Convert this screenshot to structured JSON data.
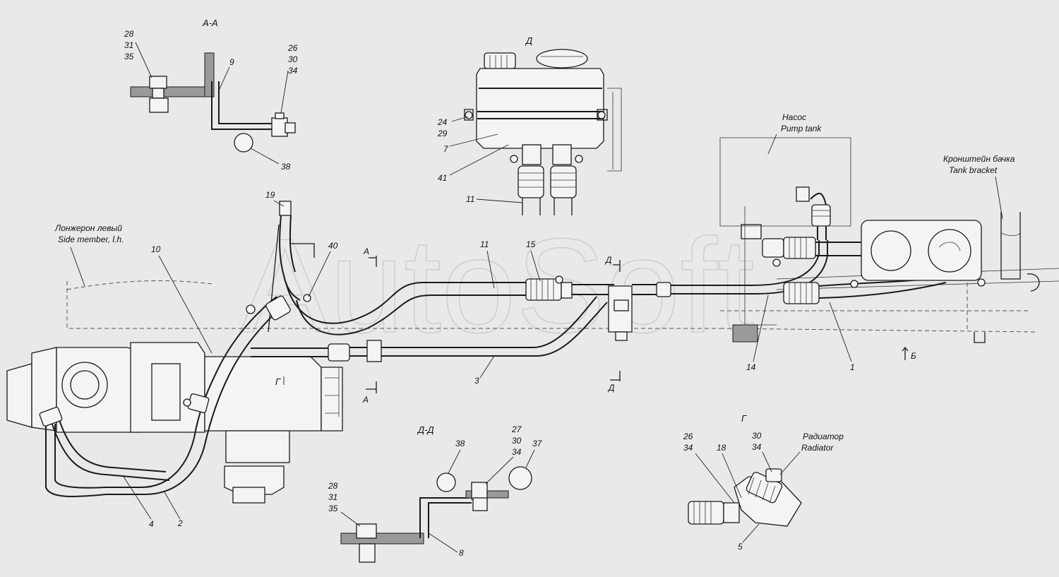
{
  "watermark": "AutoSoft",
  "views": {
    "aa": "А-А",
    "d": "Д",
    "dd": "Д-Д",
    "g": "Г",
    "g_main": "Г"
  },
  "section_marks": {
    "a_top": "А",
    "a_bottom": "А",
    "d_top": "Д",
    "d_bottom": "Д",
    "b": "Б"
  },
  "labels": {
    "pump_ru": "Насос",
    "pump_en": "Pump tank",
    "bracket_ru": "Кронштейн бачка",
    "bracket_en": "Tank bracket",
    "side_ru": "Лонжерон левый",
    "side_en": "Side member, l.h.",
    "radiator_ru": "Радиатор",
    "radiator_en": "Radiator"
  },
  "callouts": {
    "aa_28": "28",
    "aa_31": "31",
    "aa_35": "35",
    "aa_9": "9",
    "aa_26": "26",
    "aa_30": "30",
    "aa_34": "34",
    "aa_38": "38",
    "d_24": "24",
    "d_29": "29",
    "d_7": "7",
    "d_41": "41",
    "d_11": "11",
    "m_19": "19",
    "m_40": "40",
    "m_10": "10",
    "m_11": "11",
    "m_15": "15",
    "m_3": "3",
    "m_14": "14",
    "m_1": "1",
    "m_4": "4",
    "m_2": "2",
    "dd_38": "38",
    "dd_27": "27",
    "dd_30": "30",
    "dd_34": "34",
    "dd_37": "37",
    "dd_28": "28",
    "dd_31": "31",
    "dd_35": "35",
    "dd_8": "8",
    "g_26": "26",
    "g_34a": "34",
    "g_18": "18",
    "g_30": "30",
    "g_34b": "34",
    "g_5": "5"
  }
}
